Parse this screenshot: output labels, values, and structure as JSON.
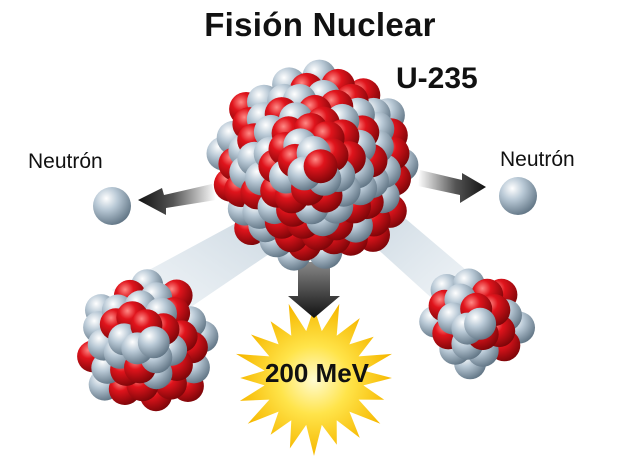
{
  "title": "Fisión Nuclear",
  "isotope_label": "U-235",
  "neutron_left_label": "Neutrón",
  "neutron_right_label": "Neutrón",
  "energy_label": "200 MeV",
  "colors": {
    "proton": "#d0121b",
    "neutron": "#aebfcd",
    "arrow": "#222222",
    "beam": "#d6e1ea",
    "burst": "#ffd21c"
  }
}
